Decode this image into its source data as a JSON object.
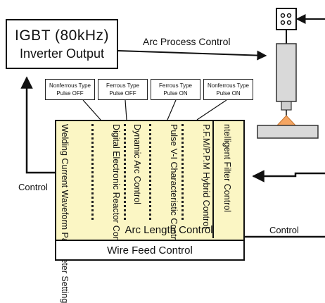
{
  "inverter": {
    "line1": "IGBT (80kHz)",
    "line2": "Inverter Output"
  },
  "arc_process_label": "Arc Process Control",
  "pulse_modes": [
    {
      "line1": "Nonferrous Type",
      "line2": "Pulse OFF"
    },
    {
      "line1": "Ferrous Type",
      "line2": "Pulse OFF"
    },
    {
      "line1": "Ferrous Type",
      "line2": "Pulse ON"
    },
    {
      "line1": "Nonferrous Type",
      "line2": "Pulse ON"
    }
  ],
  "control_blocks": [
    {
      "text": "Welding Current Waveform Parameter Setting"
    },
    {
      "text": "Digital Electronic Reactor Control"
    },
    {
      "text": "Dynamic Arc Control"
    },
    {
      "text": "Pulse V-I Characteristic Control"
    },
    {
      "text": "P.F.M/P.P.M Hybrid Control"
    },
    {
      "text": "ntelligent Filter Control"
    }
  ],
  "arc_length_label": "Arc Length Control",
  "wire_feed_label": "Wire Feed Control",
  "control_label_left": "Control",
  "control_label_right": "Control",
  "colors": {
    "panel_fill": "#fbf6c4",
    "torch_fill": "#d9d9d9",
    "arc_fill": "#f4a562",
    "line": "#111111"
  }
}
